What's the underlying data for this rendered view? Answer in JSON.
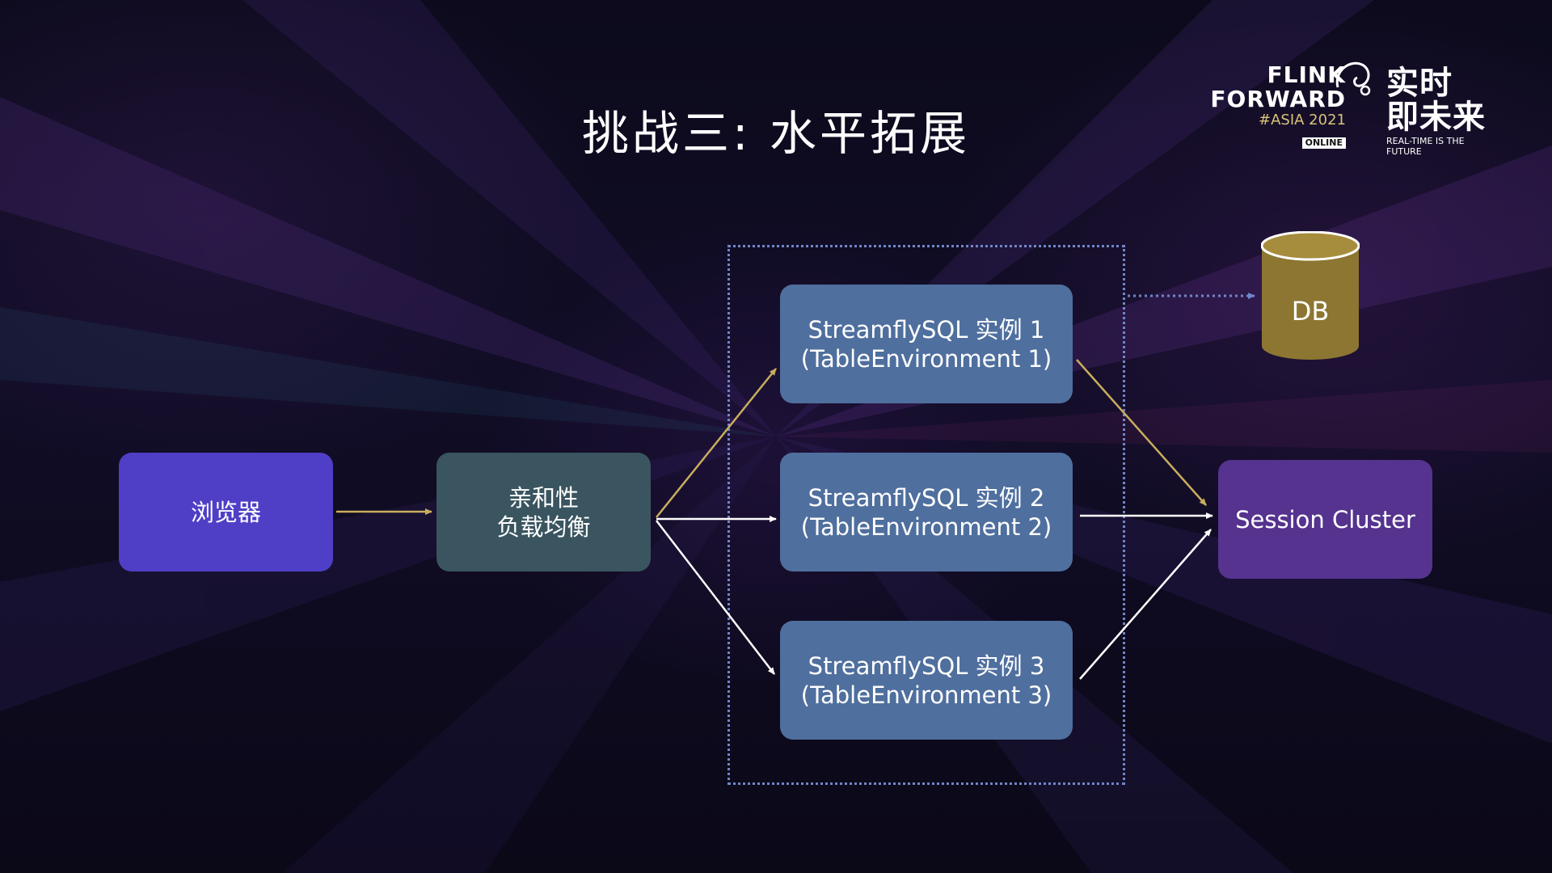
{
  "slide": {
    "title": "挑战三: 水平拓展"
  },
  "logo": {
    "line1": "FLINK",
    "line2": "FORWARD",
    "line3": "#ASIA 2021",
    "line4": "ONLINE",
    "cn_line1": "实时",
    "cn_line2": "即未来",
    "tagline": "REAL-TIME IS THE FUTURE"
  },
  "nodes": {
    "browser": "浏览器",
    "load_balancer_line1": "亲和性",
    "load_balancer_line2": "负载均衡",
    "instance1_line1": "StreamflySQL 实例 1",
    "instance1_line2": "(TableEnvironment 1)",
    "instance2_line1": "StreamflySQL 实例 2",
    "instance2_line2": "(TableEnvironment 2)",
    "instance3_line1": "StreamflySQL 实例 3",
    "instance3_line2": "(TableEnvironment 3)",
    "session_cluster": "Session Cluster",
    "db": "DB"
  },
  "colors": {
    "browser": "#4f3fc6",
    "load_balancer": "#3a5560",
    "instance": "#4f6f9e",
    "session_cluster": "#55338f",
    "db": "#8c7631",
    "arrow_gold": "#c8ad5e",
    "arrow_white": "#ffffff",
    "dotted": "#6f86c7"
  }
}
